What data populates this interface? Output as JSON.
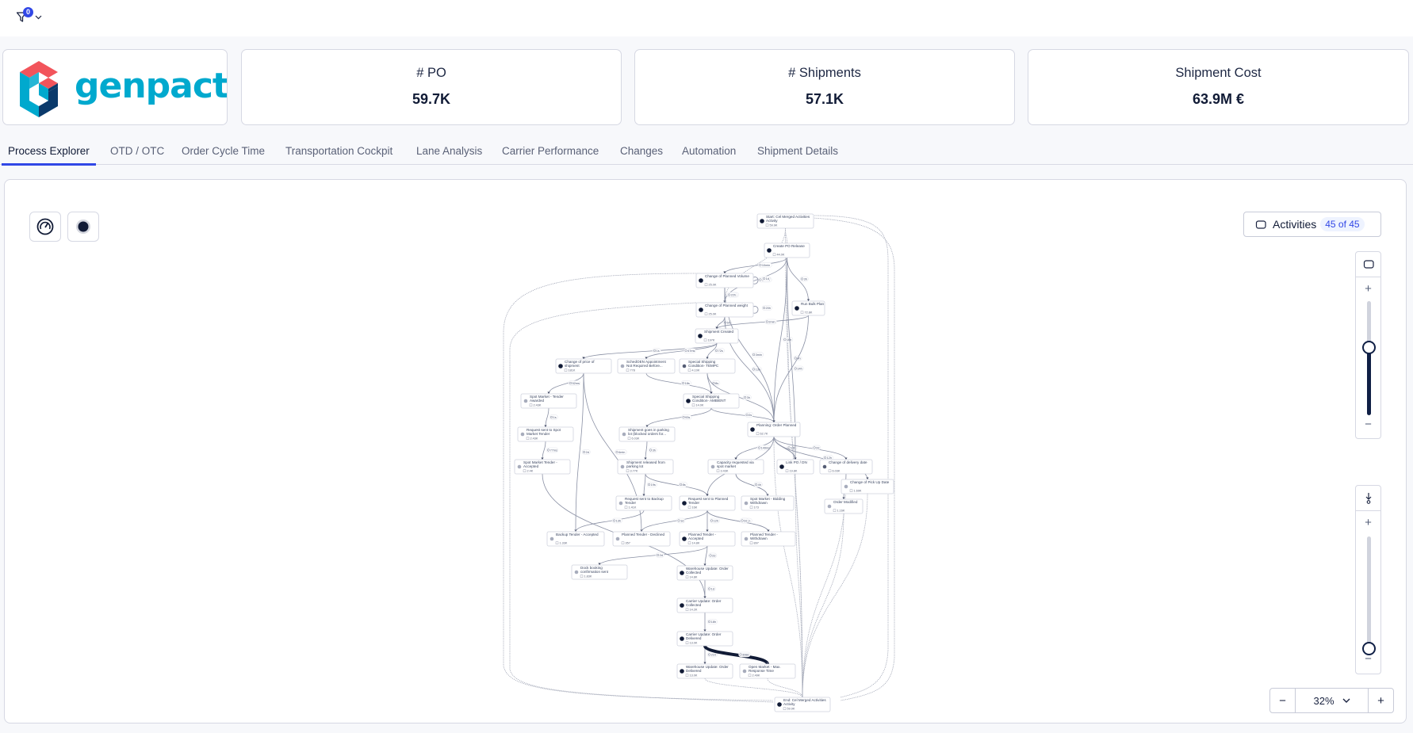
{
  "topbar": {
    "filter_icon": "filter-icon",
    "filter_count": "0",
    "chevron": "chevron-down-icon"
  },
  "logo": {
    "text": "genpact",
    "brand_color": "#00a9ce",
    "accent_red": "#f2545b",
    "accent_navy": "#0b3a6b"
  },
  "kpis": [
    {
      "title": "# PO",
      "value": "59.7K"
    },
    {
      "title": "# Shipments",
      "value": "57.1K"
    },
    {
      "title": "Shipment Cost",
      "value": "63.9M €"
    }
  ],
  "tabs": [
    {
      "label": "Process Explorer",
      "active": true
    },
    {
      "label": "OTD / OTC",
      "active": false
    },
    {
      "label": "Order Cycle Time",
      "active": false
    },
    {
      "label": "Transportation Cockpit",
      "active": false
    },
    {
      "label": "Lane Analysis",
      "active": false
    },
    {
      "label": "Carrier Performance",
      "active": false
    },
    {
      "label": "Changes",
      "active": false
    },
    {
      "label": "Automation",
      "active": false
    },
    {
      "label": "Shipment Details",
      "active": false
    }
  ],
  "toolbar": {
    "gauge_icon": "gauge-icon",
    "record_icon": "record-dot-icon"
  },
  "activities": {
    "label": "Activities",
    "count": "45 of 45"
  },
  "activity_slider": {
    "level_percent": 60
  },
  "connection_slider": {
    "level_percent": 5
  },
  "zoom": {
    "minus": "−",
    "value": "32%",
    "plus": "+"
  },
  "graph": {
    "nodes": [
      {
        "id": "start",
        "label": [
          "Start: Cel Merged Activities",
          "Activity"
        ],
        "count": "59.9K",
        "dot": "dark"
      },
      {
        "id": "create_po",
        "label": [
          "Create PO Release"
        ],
        "count": "44.0K",
        "dot": "dark"
      },
      {
        "id": "chg_vol",
        "label": [
          "Change of Planned Volume"
        ],
        "count": "25.0K",
        "dot": "dark"
      },
      {
        "id": "chg_wt",
        "label": [
          "Change of Planned weight"
        ],
        "count": "25.0K",
        "dot": "dark"
      },
      {
        "id": "bulk",
        "label": [
          "Run Bulk Plan"
        ],
        "count": "72.8K",
        "dot": "dark"
      },
      {
        "id": "ship_created",
        "label": [
          "Shipment Created"
        ],
        "count": "197K",
        "dot": "dark"
      },
      {
        "id": "chg_price",
        "label": [
          "Change of price of",
          "shipment"
        ],
        "count": "181K",
        "dot": "dark"
      },
      {
        "id": "sched",
        "label": [
          "SchedOEN Appointment",
          "Not Required Before..."
        ],
        "count": "778",
        "dot": "light"
      },
      {
        "id": "ssc_tempc",
        "label": [
          "Special Shipping",
          "Condition- TEMPC"
        ],
        "count": "4.10K",
        "dot": "mid"
      },
      {
        "id": "spot_awarded",
        "label": [
          "Spot Market - Tender",
          "Awarded"
        ],
        "count": "2.43K",
        "dot": "light"
      },
      {
        "id": "ssc_ambient",
        "label": [
          "Special Shipping",
          "Condition- AMBIENT"
        ],
        "count": "14.0K",
        "dot": "dark"
      },
      {
        "id": "req_spot",
        "label": [
          "Request sent to Spot",
          "Market Tender"
        ],
        "count": "2.43K",
        "dot": "light"
      },
      {
        "id": "parking",
        "label": [
          "Shipment goes in parking",
          "lot (blocked orders for..."
        ],
        "count": "6.03K",
        "dot": "light"
      },
      {
        "id": "planned",
        "label": [
          "Planning: Order Planned"
        ],
        "count": "62.7K",
        "dot": "dark"
      },
      {
        "id": "spot_accepted",
        "label": [
          "Spot Market Tender -",
          "Accepted"
        ],
        "count": "2.4K",
        "dot": "light"
      },
      {
        "id": "released",
        "label": [
          "Shipment released from",
          "parking lot"
        ],
        "count": "3.77K",
        "dot": "light"
      },
      {
        "id": "capacity",
        "label": [
          "Capacity requested via",
          "spot market"
        ],
        "count": "3.43K",
        "dot": "light"
      },
      {
        "id": "link_po",
        "label": [
          "Link PO / DN"
        ],
        "count": "19.8K",
        "dot": "dark"
      },
      {
        "id": "chg_delivery",
        "label": [
          "Change of delivery date"
        ],
        "count": "6.03K",
        "dot": "mid"
      },
      {
        "id": "chg_pickup",
        "label": [
          "Change of Pick Up Date"
        ],
        "count": "1.69K",
        "dot": "light"
      },
      {
        "id": "req_backup",
        "label": [
          "Request sent to Backup",
          "Tender"
        ],
        "count": "1.41K",
        "dot": "light"
      },
      {
        "id": "req_planned",
        "label": [
          "Request sent to Planned",
          "Tender"
        ],
        "count": "16K",
        "dot": "dark"
      },
      {
        "id": "spot_bid_wd",
        "label": [
          "Spot Market - Bidding",
          "Withdrawn"
        ],
        "count": "173",
        "dot": "light"
      },
      {
        "id": "order_mod",
        "label": [
          "Order Modified"
        ],
        "count": "1.16K",
        "dot": "light"
      },
      {
        "id": "backup_acc",
        "label": [
          "Backup Tender - Accepted"
        ],
        "count": "1.33K",
        "dot": "light"
      },
      {
        "id": "pt_declined",
        "label": [
          "Planned Tender - Declined"
        ],
        "count": "357",
        "dot": "light"
      },
      {
        "id": "pt_accepted",
        "label": [
          "Planned Tender -",
          "Accepted"
        ],
        "count": "14.8K",
        "dot": "dark"
      },
      {
        "id": "pt_withdrawn",
        "label": [
          "Planned Tender -",
          "Withdrawn"
        ],
        "count": "897",
        "dot": "light"
      },
      {
        "id": "dock",
        "label": [
          "Dock booking",
          "confirmation sent"
        ],
        "count": "1.83K",
        "dot": "light"
      },
      {
        "id": "wh_collected",
        "label": [
          "Warehouse Update: Order",
          "Collected"
        ],
        "count": "14.8K",
        "dot": "dark"
      },
      {
        "id": "car_collected",
        "label": [
          "Carrier Update: Order",
          "Collected"
        ],
        "count": "14.2K",
        "dot": "dark"
      },
      {
        "id": "car_delivered",
        "label": [
          "Carrier Update: Order",
          "Delivered"
        ],
        "count": "13.0K",
        "dot": "dark"
      },
      {
        "id": "wh_delivered",
        "label": [
          "Warehouse Update: Order",
          "Delivered"
        ],
        "count": "13.0K",
        "dot": "dark"
      },
      {
        "id": "open_market",
        "label": [
          "Open Market - Max.",
          "Response Time"
        ],
        "count": "2.49K",
        "dot": "light"
      },
      {
        "id": "end",
        "label": [
          "End: Cel Merged Activities",
          "Activity"
        ],
        "count": "59.9K",
        "dot": "dark"
      }
    ],
    "edges": [
      {
        "from": "start",
        "to": "create_po",
        "label": "",
        "style": "dotted"
      },
      {
        "from": "create_po",
        "to": "chg_vol",
        "label": "10min",
        "style": "solid"
      },
      {
        "from": "create_po",
        "to": "chg_wt",
        "label": "18min",
        "style": "solid"
      },
      {
        "from": "create_po",
        "to": "bulk",
        "label": "3h",
        "style": "solid"
      },
      {
        "from": "chg_vol",
        "to": "chg_vol",
        "label": "1d",
        "style": "solid"
      },
      {
        "from": "chg_vol",
        "to": "chg_wt",
        "label": "7min",
        "style": "solid"
      },
      {
        "from": "chg_wt",
        "to": "chg_vol",
        "label": "22h",
        "style": "solid"
      },
      {
        "from": "chg_wt",
        "to": "chg_wt",
        "label": "20h",
        "style": "solid"
      },
      {
        "from": "chg_wt",
        "to": "ship_created",
        "label": "6h",
        "style": "solid"
      },
      {
        "from": "bulk",
        "to": "ship_created",
        "label": "2min",
        "style": "solid"
      },
      {
        "from": "ship_created",
        "to": "chg_price",
        "label": "1s",
        "style": "solid"
      },
      {
        "from": "ship_created",
        "to": "sched",
        "label": "47ms",
        "style": "solid"
      },
      {
        "from": "ship_created",
        "to": "ssc_tempc",
        "label": "72s",
        "style": "solid"
      },
      {
        "from": "chg_price",
        "to": "spot_awarded",
        "label": "52ms",
        "style": "solid"
      },
      {
        "from": "sched",
        "to": "ssc_ambient",
        "label": "18s",
        "style": "solid"
      },
      {
        "from": "ssc_tempc",
        "to": "ssc_ambient",
        "label": "8s",
        "style": "solid"
      },
      {
        "from": "spot_awarded",
        "to": "req_spot",
        "label": "1s",
        "style": "solid"
      },
      {
        "from": "ssc_ambient",
        "to": "parking",
        "label": "93s",
        "style": "solid"
      },
      {
        "from": "ssc_ambient",
        "to": "planned",
        "label": "2s",
        "style": "solid"
      },
      {
        "from": "req_spot",
        "to": "spot_accepted",
        "label": "77ms",
        "style": "solid"
      },
      {
        "from": "parking",
        "to": "released",
        "label": "3h",
        "style": "solid"
      },
      {
        "from": "planned",
        "to": "capacity",
        "label": "149ms",
        "style": "solid"
      },
      {
        "from": "planned",
        "to": "req_planned",
        "label": "830ms",
        "style": "solid"
      },
      {
        "from": "planned",
        "to": "link_po",
        "label": "4d",
        "style": "solid"
      },
      {
        "from": "link_po",
        "to": "planned",
        "label": "16h",
        "style": "solid"
      },
      {
        "from": "planned",
        "to": "chg_delivery",
        "label": "2d",
        "style": "solid"
      },
      {
        "from": "planned",
        "to": "chg_pickup",
        "label": "12h",
        "style": "solid"
      },
      {
        "from": "chg_delivery",
        "to": "order_mod",
        "label": "1h",
        "style": "solid"
      },
      {
        "from": "released",
        "to": "req_backup",
        "label": "19s",
        "style": "solid"
      },
      {
        "from": "released",
        "to": "req_planned",
        "label": "8s",
        "style": "solid"
      },
      {
        "from": "capacity",
        "to": "spot_bid_wd",
        "label": "2h",
        "style": "solid"
      },
      {
        "from": "spot_bid_wd",
        "to": "capacity",
        "label": "4h",
        "style": "solid"
      },
      {
        "from": "req_backup",
        "to": "backup_acc",
        "label": "13h",
        "style": "solid"
      },
      {
        "from": "req_planned",
        "to": "pt_declined",
        "label": "1d",
        "style": "solid"
      },
      {
        "from": "req_planned",
        "to": "pt_accepted",
        "label": "12h",
        "style": "solid"
      },
      {
        "from": "pt_withdrawn",
        "to": "req_planned",
        "label": "6min",
        "style": "solid"
      },
      {
        "from": "req_planned",
        "to": "pt_withdrawn",
        "label": "2d",
        "style": "solid"
      },
      {
        "from": "pt_accepted",
        "to": "dock",
        "label": "2d",
        "style": "solid"
      },
      {
        "from": "pt_accepted",
        "to": "wh_collected",
        "label": "2d",
        "style": "solid"
      },
      {
        "from": "wh_collected",
        "to": "car_collected",
        "label": "1d",
        "style": "solid"
      },
      {
        "from": "car_collected",
        "to": "car_delivered",
        "label": "18h",
        "style": "solid"
      },
      {
        "from": "car_delivered",
        "to": "wh_delivered",
        "label": "21h",
        "style": "solid"
      },
      {
        "from": "car_delivered",
        "to": "open_market",
        "label": "398d",
        "style": "thick"
      },
      {
        "from": "spot_accepted",
        "to": "car_collected",
        "label": "9d",
        "style": "solid"
      },
      {
        "from": "backup_acc",
        "to": "chg_price",
        "label": "2d",
        "style": "solid"
      },
      {
        "from": "pt_declined",
        "to": "chg_price",
        "label": "4min",
        "style": "solid"
      },
      {
        "from": "wh_delivered",
        "to": "end",
        "label": "",
        "style": "dotted"
      },
      {
        "from": "open_market",
        "to": "end",
        "label": "",
        "style": "dotted"
      },
      {
        "from": "start",
        "to": "chg_wt",
        "label": "",
        "style": "dotted"
      },
      {
        "from": "start",
        "to": "end",
        "label": "",
        "style": "dotted"
      },
      {
        "from": "create_po",
        "to": "end",
        "label": "",
        "style": "dotted"
      },
      {
        "from": "link_po",
        "to": "end",
        "label": "",
        "style": "dotted"
      },
      {
        "from": "chg_delivery",
        "to": "end",
        "label": "",
        "style": "dotted"
      },
      {
        "from": "chg_pickup",
        "to": "end",
        "label": "",
        "style": "dotted"
      },
      {
        "from": "order_mod",
        "to": "end",
        "label": "",
        "style": "dotted"
      },
      {
        "from": "planned",
        "to": "end",
        "label": "",
        "style": "dotted"
      },
      {
        "from": "create_po",
        "to": "planned",
        "label": "16h",
        "style": "solid"
      },
      {
        "from": "create_po",
        "to": "link_po",
        "label": "4h",
        "style": "solid"
      },
      {
        "from": "bulk",
        "to": "planned",
        "label": "14h",
        "style": "solid"
      },
      {
        "from": "chg_wt",
        "to": "planned",
        "label": "13h",
        "style": "solid"
      },
      {
        "from": "ssc_tempc",
        "to": "planned",
        "label": "3h",
        "style": "solid"
      },
      {
        "from": "chg_vol",
        "to": "planned",
        "label": "3min",
        "style": "solid"
      }
    ]
  }
}
